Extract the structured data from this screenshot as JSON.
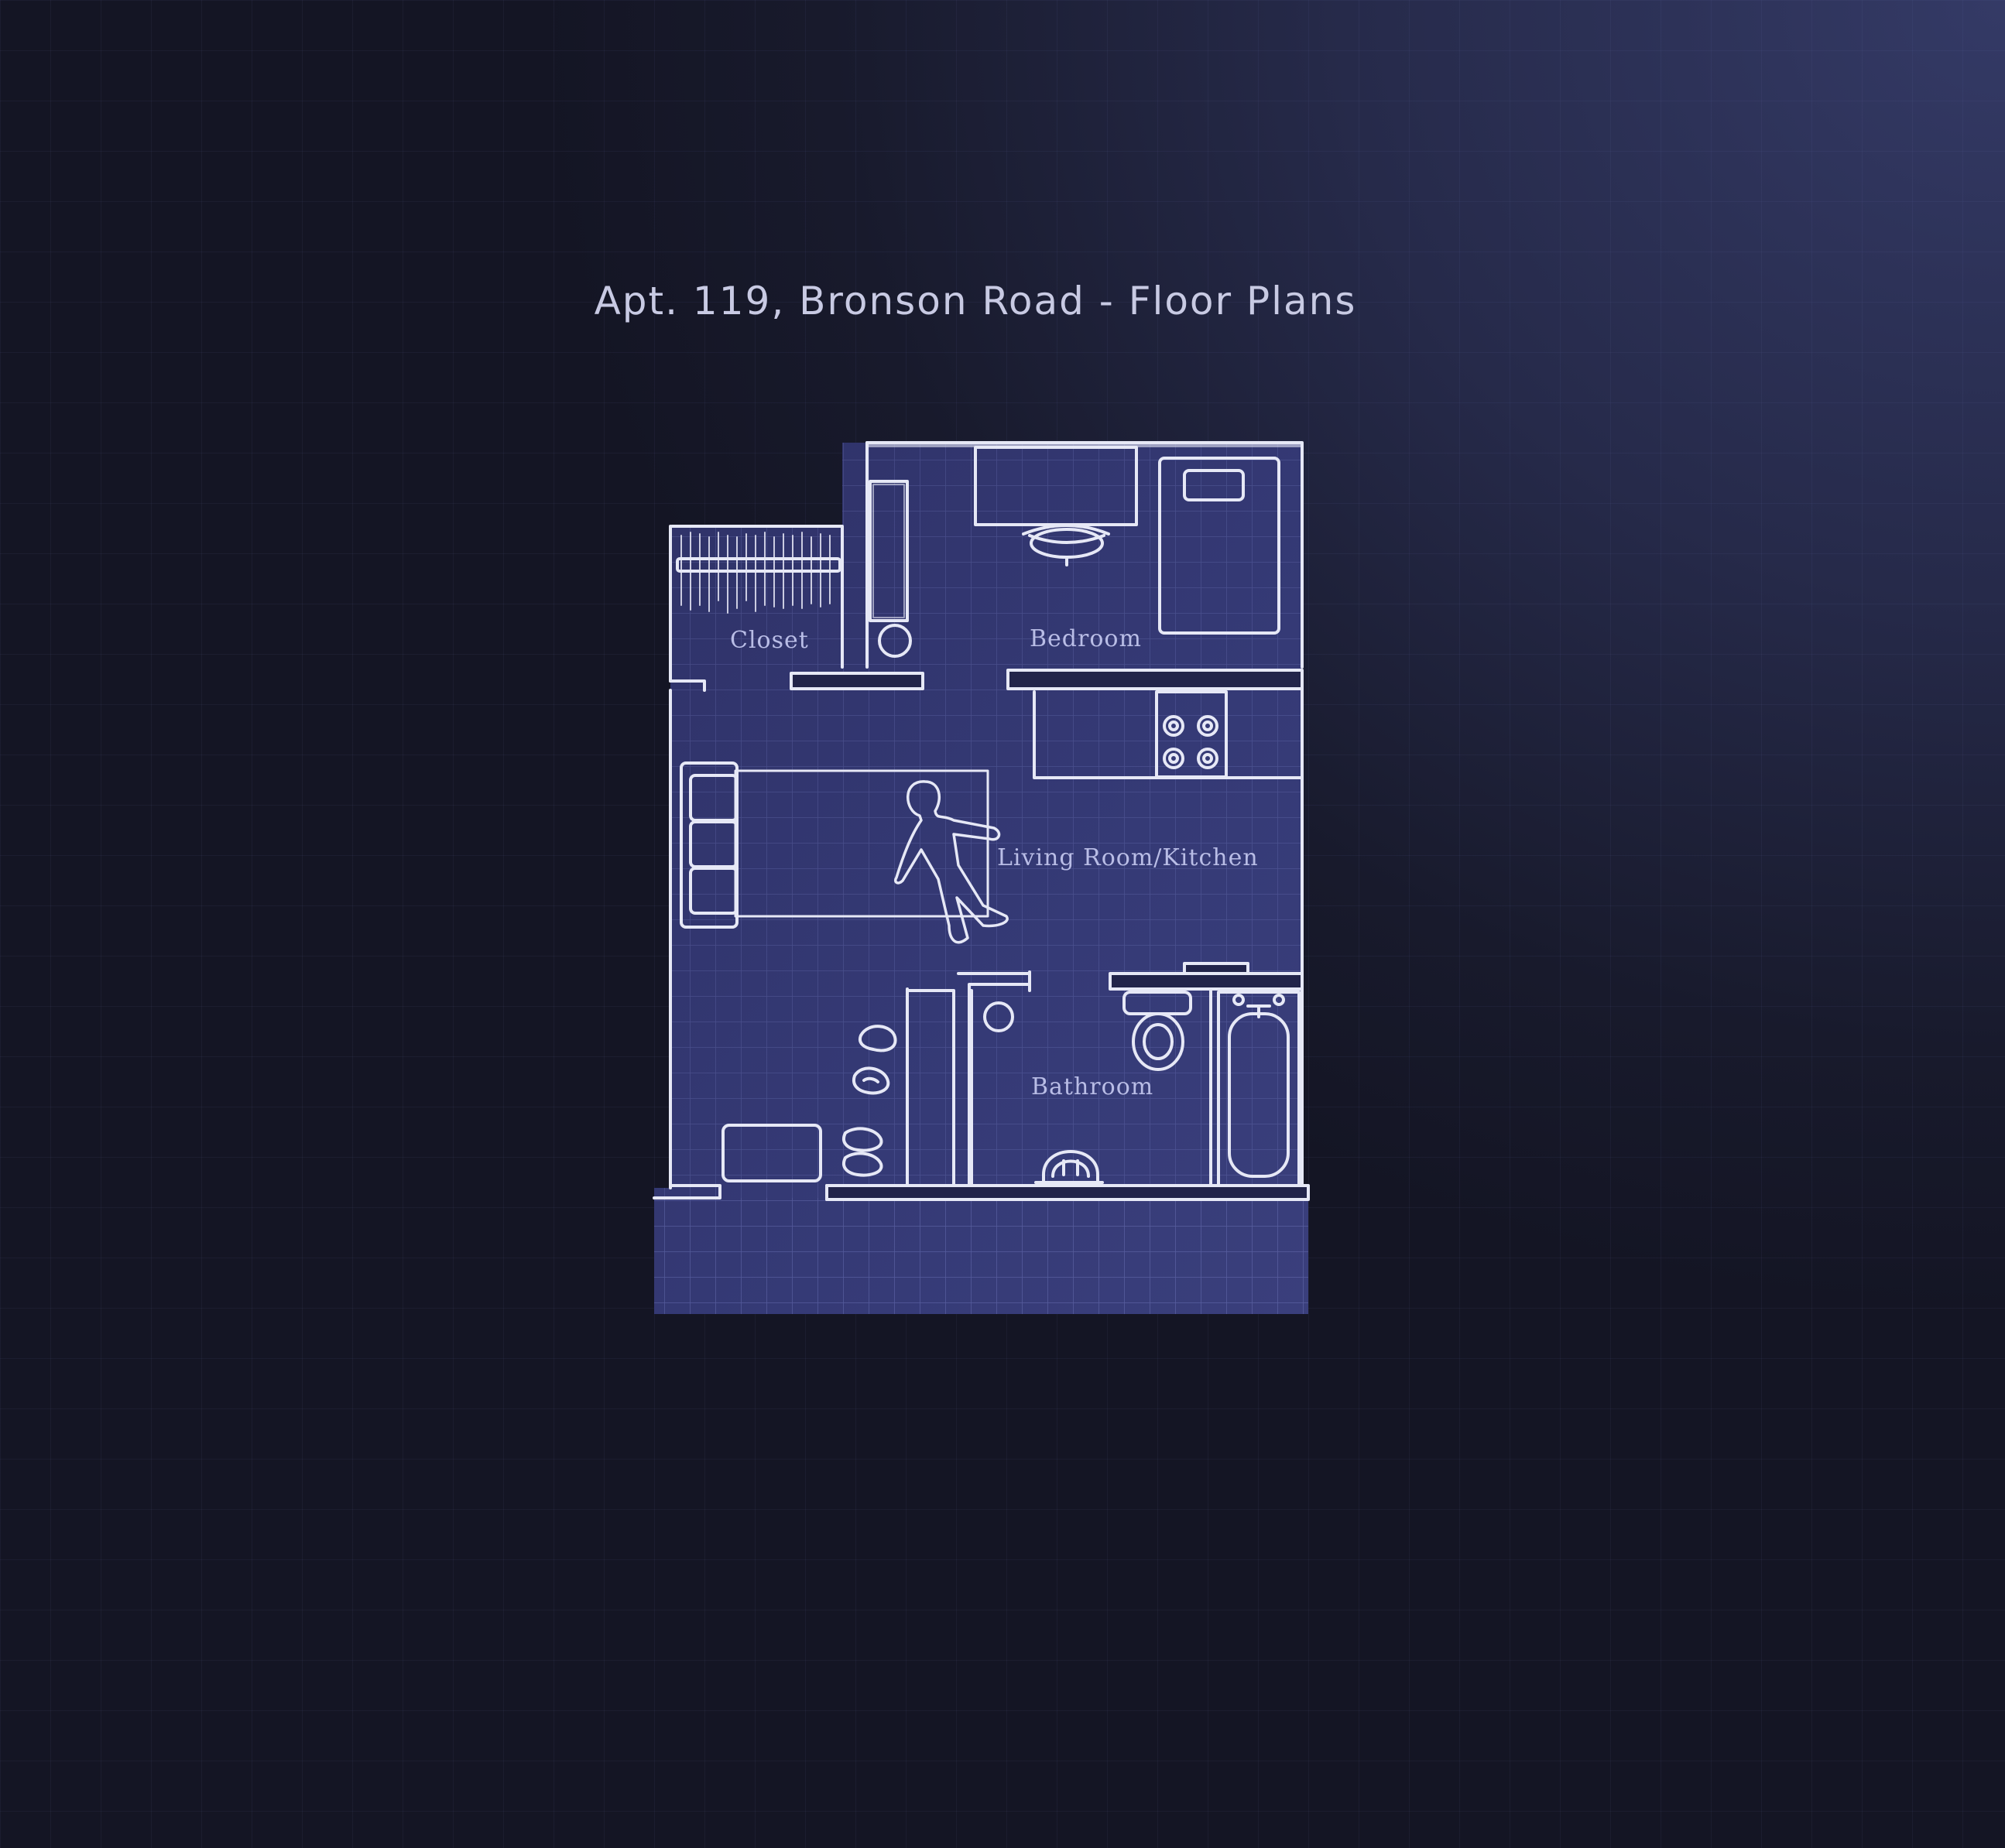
{
  "title": "Apt. 119, Bronson Road - Floor Plans",
  "colors": {
    "background": "#1a1c30",
    "plan_fill": "#33376e",
    "line": "#e6e8f6",
    "label": "#b9bde6"
  },
  "rooms": {
    "closet": "Closet",
    "bedroom": "Bedroom",
    "living": "Living Room/Kitchen",
    "bathroom": "Bathroom"
  },
  "fixtures": [
    "wardrobe-rail-icon",
    "desk-icon",
    "desk-chair-icon",
    "bed-icon",
    "dresser-icon",
    "stove-icon",
    "sofa-icon",
    "figure-icon",
    "toilet-icon",
    "bathtub-icon",
    "sink-icon",
    "doormat-icon",
    "slippers-icon"
  ]
}
